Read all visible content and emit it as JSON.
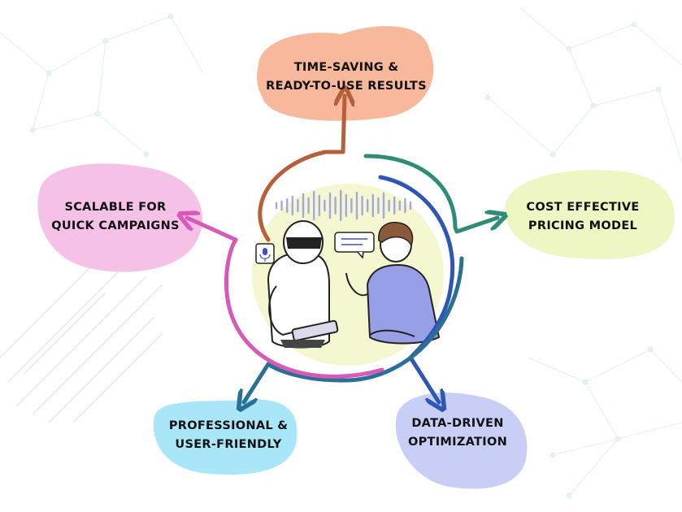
{
  "blobs": {
    "top": {
      "line1": "TIME-SAVING &",
      "line2": "READY-TO-USE RESULTS",
      "color": "#f7b89b"
    },
    "right": {
      "line1": "COST EFFECTIVE",
      "line2": "PRICING MODEL",
      "color": "#eef7c4"
    },
    "bottom_right": {
      "line1": "DATA-DRIVEN",
      "line2": "OPTIMIZATION",
      "color": "#c9cef6"
    },
    "bottom_left": {
      "line1": "PROFESSIONAL &",
      "line2": "USER-FRIENDLY",
      "color": "#a9e7f8"
    },
    "left": {
      "line1": "SCALABLE FOR",
      "line2": "QUICK CAMPAIGNS",
      "color": "#f5c1e6"
    }
  },
  "arrow_colors": {
    "top": "#b5603a",
    "right": "#2e8c77",
    "bottom_right": "#2f56b4",
    "bottom_left": "#2b6f95",
    "left": "#d75ab7"
  },
  "center_illustration": {
    "background": "#f4f7cf",
    "waveform_color": "#a5a8dc",
    "robot_icon": "robot-icon",
    "person_icon": "person-icon",
    "microphone_icon": "microphone-icon",
    "chat_bubble_icon": "chat-bubble-icon"
  }
}
